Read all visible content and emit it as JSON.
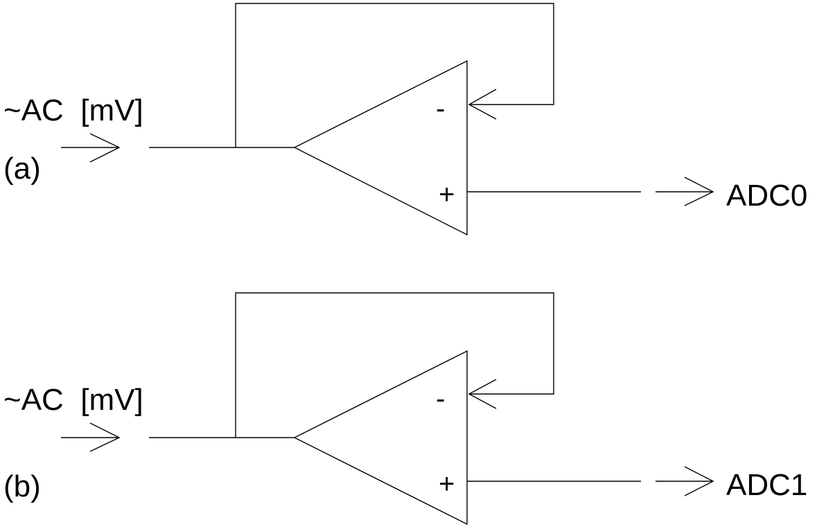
{
  "circuits": [
    {
      "id": "a",
      "input_label": "~AC  [mV]",
      "tag": "(a)",
      "inverting_sign": "-",
      "noninverting_sign": "+",
      "output_label": "ADC0"
    },
    {
      "id": "b",
      "input_label": "~AC  [mV]",
      "tag": "(b)",
      "inverting_sign": "-",
      "noninverting_sign": "+",
      "output_label": "ADC1"
    }
  ]
}
